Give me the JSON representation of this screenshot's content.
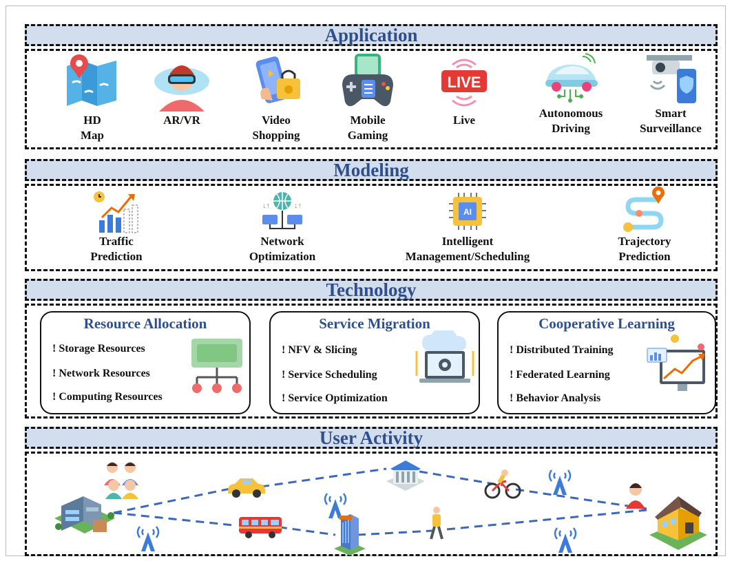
{
  "colors": {
    "band_bg": "#d2dded",
    "heading": "#2f4e8e",
    "dash_line": "#3d67b8"
  },
  "layers": {
    "application": {
      "title": "Application",
      "items": [
        {
          "l1": "HD",
          "l2": "Map",
          "icon": "folded-map-pin-icon"
        },
        {
          "l1": "",
          "l2": "AR/VR",
          "icon": "vr-headset-person-icon"
        },
        {
          "l1": "Video",
          "l2": "Shopping",
          "icon": "phone-shopping-bag-icon"
        },
        {
          "l1": "Mobile",
          "l2": "Gaming",
          "icon": "phone-gamepad-icon"
        },
        {
          "l1": "",
          "l2": "Live",
          "icon": "live-broadcast-icon"
        },
        {
          "l1": "Autonomous",
          "l2": "Driving",
          "icon": "autonomous-car-icon"
        },
        {
          "l1": "Smart",
          "l2": "Surveillance",
          "icon": "security-camera-shield-icon"
        }
      ]
    },
    "modeling": {
      "title": "Modeling",
      "items": [
        {
          "l1": "Traffic",
          "l2": "Prediction",
          "icon": "growth-bar-chart-icon"
        },
        {
          "l1": "Network",
          "l2": "Optimization",
          "icon": "network-globe-icon"
        },
        {
          "l1": "Intelligent",
          "l2": "Management/Scheduling",
          "icon": "ai-chip-icon"
        },
        {
          "l1": "Trajectory",
          "l2": "Prediction",
          "icon": "route-pin-icon"
        }
      ]
    },
    "technology": {
      "title": "Technology",
      "cards": [
        {
          "title": "Resource Allocation",
          "items": [
            "! Storage Resources",
            "! Network Resources",
            "! Computing Resources"
          ],
          "icon": "server-hierarchy-icon"
        },
        {
          "title": "Service Migration",
          "items": [
            "! NFV & Slicing",
            "! Service Scheduling",
            "! Service Optimization"
          ],
          "icon": "cloud-laptop-gear-icon"
        },
        {
          "title": "Cooperative Learning",
          "items": [
            "! Distributed Training",
            "! Federated Learning",
            "! Behavior Analysis"
          ],
          "icon": "analytics-monitor-icon"
        }
      ]
    },
    "user_activity": {
      "title": "User Activity",
      "icons": [
        "office-building-icon",
        "people-group-icon",
        "taxi-icon",
        "bus-icon",
        "bank-building-icon",
        "cell-tower-icon",
        "skyscraper-icon",
        "pedestrian-icon",
        "cyclist-icon",
        "person-avatar-icon",
        "house-icon"
      ]
    }
  }
}
